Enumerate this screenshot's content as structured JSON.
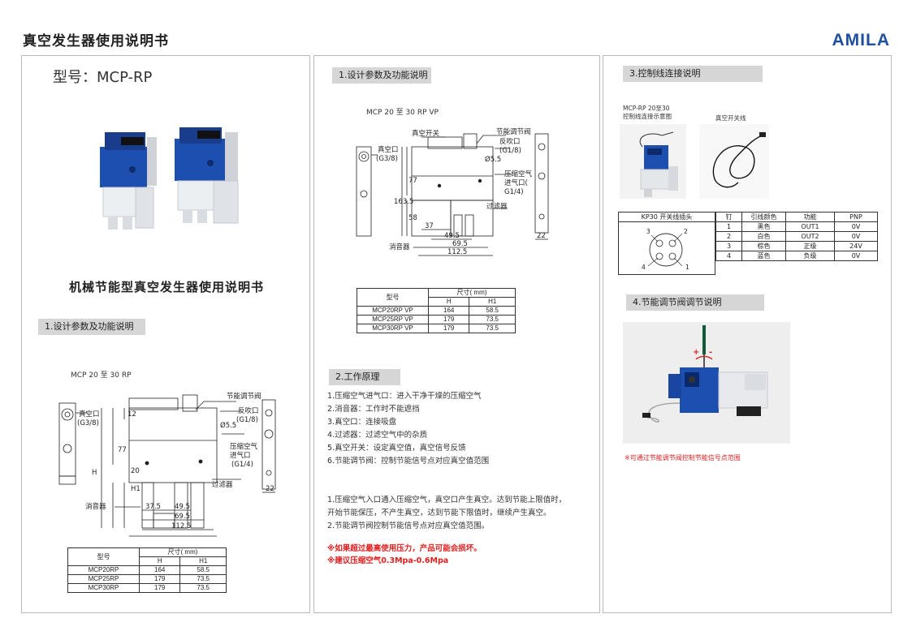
{
  "header": {
    "doc_title": "真空发生器使用说明书",
    "brand": "AMILA"
  },
  "panel1": {
    "model_label": "型号：MCP-RP",
    "main_heading": "机械节能型真空发生器使用说明书",
    "section_title": "1.设计参数及功能说明",
    "drawing_caption": "MCP 20 至 30 RP",
    "drawing_labels": {
      "saver_valve": "节能调节阀",
      "blow_port": "反吹口",
      "blow_port_thread": "(G1/8)",
      "vac_port": "真空口",
      "vac_port_thread": "(G3/8)",
      "air_in_1": "压缩空气",
      "air_in_2": "进气口",
      "air_in_thread": "(G1/4)",
      "filter": "过滤器",
      "muffler": "消音器",
      "dims": {
        "d_h": "H",
        "d_h1": "H1",
        "d_77": "77",
        "d_12": "12",
        "d_20": "20",
        "d_55": "Ø5.5",
        "d_375": "37.5",
        "d_495": "49.5",
        "d_695": "69.5",
        "d_1125": "112.5",
        "d_22": "22"
      }
    },
    "table": {
      "col_model": "型号",
      "col_size": "尺寸( mm)",
      "col_h": "H",
      "col_h1": "H1",
      "rows": [
        {
          "model": "MCP20RP",
          "h": "164",
          "h1": "58.5"
        },
        {
          "model": "MCP25RP",
          "h": "179",
          "h1": "73.5"
        },
        {
          "model": "MCP30RP",
          "h": "179",
          "h1": "73.5"
        }
      ]
    }
  },
  "panel2": {
    "section_title": "1.设计参数及功能说明",
    "drawing_caption": "MCP 20 至 30 RP VP",
    "drawing_labels": {
      "vac_switch": "真空开关",
      "saver_valve": "节能调节阀",
      "blow_port": "反吹口",
      "blow_port_thread": "(G1/8)",
      "vac_port": "真空口",
      "vac_port_thread": "(G3/8)",
      "air_in_1": "压缩空气",
      "air_in_2": "进气口(",
      "air_in_thread": "G1/4)",
      "filter": "过滤器",
      "muffler": "消音器",
      "dims": {
        "d_1635": "163.5",
        "d_77": "77",
        "d_58": "58",
        "d_55": "Ø5.5",
        "d_37": "37",
        "d_495": "49.5",
        "d_695": "69.5",
        "d_1125": "112.5",
        "d_22": "22"
      }
    },
    "table": {
      "col_model": "型号",
      "col_size": "尺寸( mm)",
      "col_h": "H",
      "col_h1": "H1",
      "rows": [
        {
          "model": "MCP20RP VP",
          "h": "164",
          "h1": "58.5"
        },
        {
          "model": "MCP25RP VP",
          "h": "179",
          "h1": "73.5"
        },
        {
          "model": "MCP30RP VP",
          "h": "179",
          "h1": "73.5"
        }
      ]
    },
    "principle_title": "2.工作原理",
    "principle_items": [
      "1.压缩空气进气口：进入干净干燥的压缩空气",
      "2.消音器：工作时不能遮挡",
      "3.真空口：连接吸盘",
      "4.过滤器：过滤空气中的杂质",
      "5.真空开关：设定真空值，真空信号反馈",
      "6.节能调节阀：控制节能信号点对应真空值范围"
    ],
    "operation_items": [
      "1.压缩空气入口通入压缩空气，真空口产生真空。达到节能上限值时，",
      "开始节能保压，不产生真空，达到节能下限值时，继续产生真空。",
      "2.节能调节阀控制节能信号点对应真空值范围。"
    ],
    "warnings": [
      "※如果超过最高使用压力，产品可能会损坏。",
      "※建议压缩空气0.3Mpa-0.6Mpa"
    ]
  },
  "panel3": {
    "section3_title": "3.控制线连接说明",
    "photo1_caption_1": "MCP-RP 20至30",
    "photo1_caption_2": "控制线连接示意图",
    "photo2_caption": "真空开关线",
    "pin_table": {
      "head_plug": "KP30 开关线插头",
      "head_pin": "钉",
      "head_color": "引线颜色",
      "head_func": "功能",
      "head_pnp": "PNP",
      "rows": [
        {
          "pin": "1",
          "color": "黑色",
          "func": "OUT1",
          "pnp": "0V"
        },
        {
          "pin": "2",
          "color": "白色",
          "func": "OUT2",
          "pnp": "0V"
        },
        {
          "pin": "3",
          "color": "棕色",
          "func": "正级",
          "pnp": "24V"
        },
        {
          "pin": "4",
          "color": "蓝色",
          "func": "负级",
          "pnp": "0V"
        }
      ],
      "connector_pins": [
        "1",
        "2",
        "3",
        "4"
      ]
    },
    "section4_title": "4.节能调节阀调节说明",
    "adjust_signs": {
      "plus": "+",
      "minus": "-"
    },
    "note": "※可通过节能调节阀控制节能信号点范围"
  },
  "colors": {
    "brand_blue": "#1f4fa0",
    "product_blue": "#1d4fb0",
    "warning_red": "#e02020",
    "section_bar_gray": "#d6d6d6"
  }
}
